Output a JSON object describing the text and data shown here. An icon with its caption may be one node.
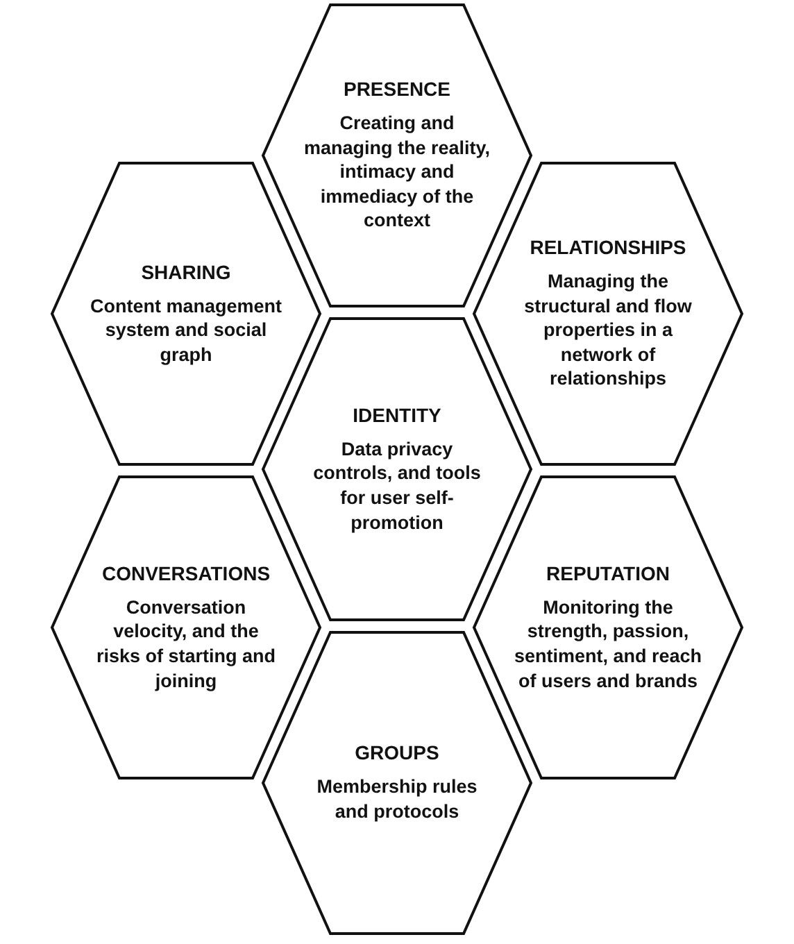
{
  "diagram": {
    "nodes": [
      {
        "text": [
          "PRESENCE",
          "Creating and managing the reality, intimacy and immediacy of the context"
        ]
      },
      {
        "text": [
          "SHARING",
          "Content management system and social graph"
        ]
      },
      {
        "text": [
          "RELATIONSHIPS",
          "Managing the structural and flow properties in a network of relationships"
        ]
      },
      {
        "text": [
          "IDENTITY",
          "Data privacy controls, and tools for user self-promotion"
        ]
      },
      {
        "text": [
          "CONVERSATIONS",
          "Conversation velocity, and the risks of starting and joining"
        ]
      },
      {
        "text": [
          "REPUTATION",
          "Monitoring the strength, passion, sentiment, and reach of users and brands"
        ]
      },
      {
        "text": [
          "GROUPS",
          "Membership rules and protocols"
        ]
      }
    ],
    "edges": []
  }
}
